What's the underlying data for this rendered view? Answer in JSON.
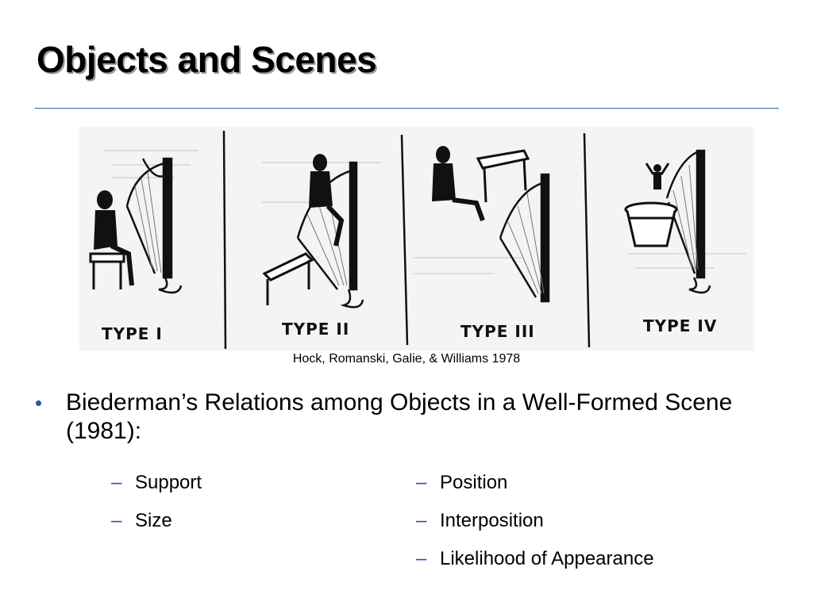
{
  "slide": {
    "title": "Objects and Scenes",
    "caption": "Hock, Romanski, Galie, & Williams 1978",
    "bullet": "Biederman’s Relations among Objects in a Well-Formed Scene (1981):",
    "left_items": [
      "Support",
      "Size"
    ],
    "right_items": [
      "Position",
      "Interposition",
      "Likelihood of Appearance"
    ],
    "dash": "–"
  },
  "figure": {
    "panels": [
      {
        "label": "TYPE I"
      },
      {
        "label": "TYPE II"
      },
      {
        "label": "TYPE III"
      },
      {
        "label": "TYPE IV"
      }
    ]
  },
  "colors": {
    "accent": "#2f52b0",
    "rule": "#2f5fb0"
  }
}
